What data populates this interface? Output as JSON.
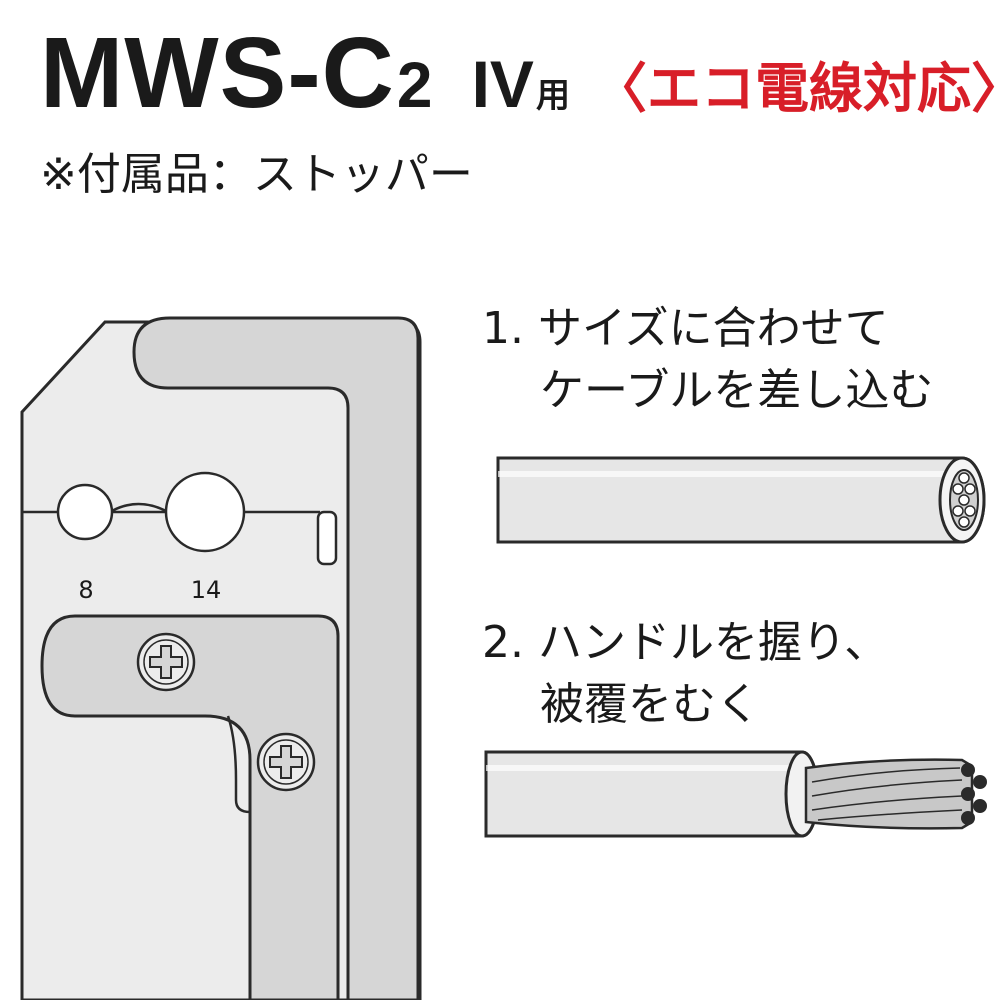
{
  "header": {
    "model": "MWS-C",
    "model_sub": "2",
    "variant": "IV",
    "variant_suffix": "用",
    "eco_note": "〈エコ電線対応〉"
  },
  "accessory_note": "※付属品：ストッパー",
  "stripper": {
    "hole_labels": [
      "8",
      "14"
    ]
  },
  "steps": [
    {
      "line1": "1. サイズに合わせて",
      "line2": "ケーブルを差し込む"
    },
    {
      "line1": "2. ハンドルを握り、",
      "line2": "被覆をむく"
    }
  ],
  "colors": {
    "accent_red": "#d81e28",
    "tool_gray": "#d6d6d6",
    "blade_gray": "#ececec",
    "cable_gray": "#e6e6e6",
    "outline": "#2a2a2a"
  },
  "icons": [
    "phillips-screw-icon",
    "cable-end-icon",
    "stripped-wire-icon"
  ]
}
